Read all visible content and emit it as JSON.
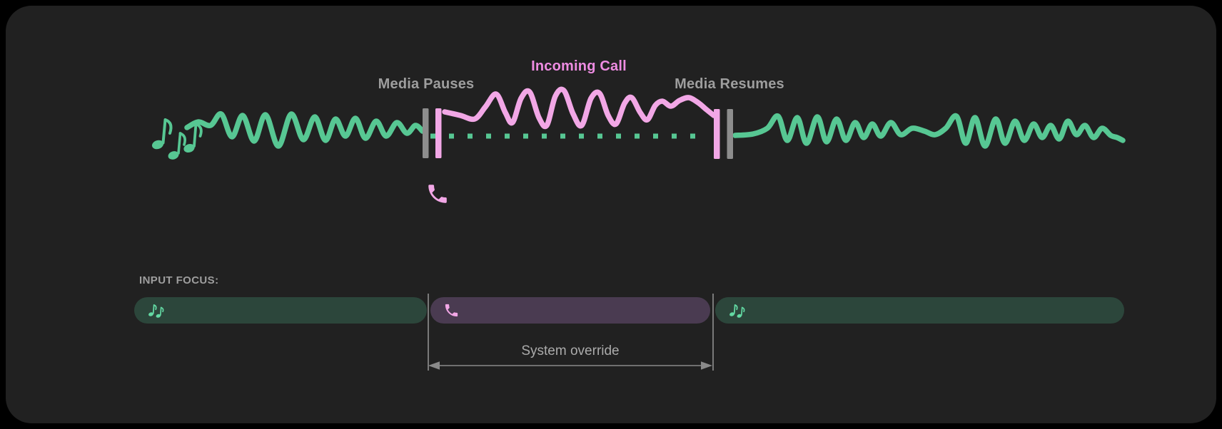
{
  "labels": {
    "media_pauses": "Media Pauses",
    "incoming_call": "Incoming Call",
    "media_resumes": "Media Resumes"
  },
  "input_focus": {
    "label": "INPUT FOCUS:",
    "annotation": "System override",
    "segments": [
      {
        "type": "media",
        "icon": "music-notes-icon"
      },
      {
        "type": "call",
        "icon": "phone-icon"
      },
      {
        "type": "media",
        "icon": "music-notes-icon"
      }
    ]
  },
  "icons": [
    "music-notes-icon",
    "phone-icon",
    "pause-bars-icon"
  ],
  "colors": {
    "background": "#000000",
    "card": "#212121",
    "wave_green": "#57c793",
    "icon_green": "#63d9a3",
    "wave_pink": "#f2a7e6",
    "pink_text": "#ee8ce2",
    "gray_text": "#9e9e9e",
    "bar_gray": "#8d8d8d",
    "pill_green": "#2c463b",
    "pill_purple": "#4a3b51",
    "guide": "#8a8a8a"
  }
}
